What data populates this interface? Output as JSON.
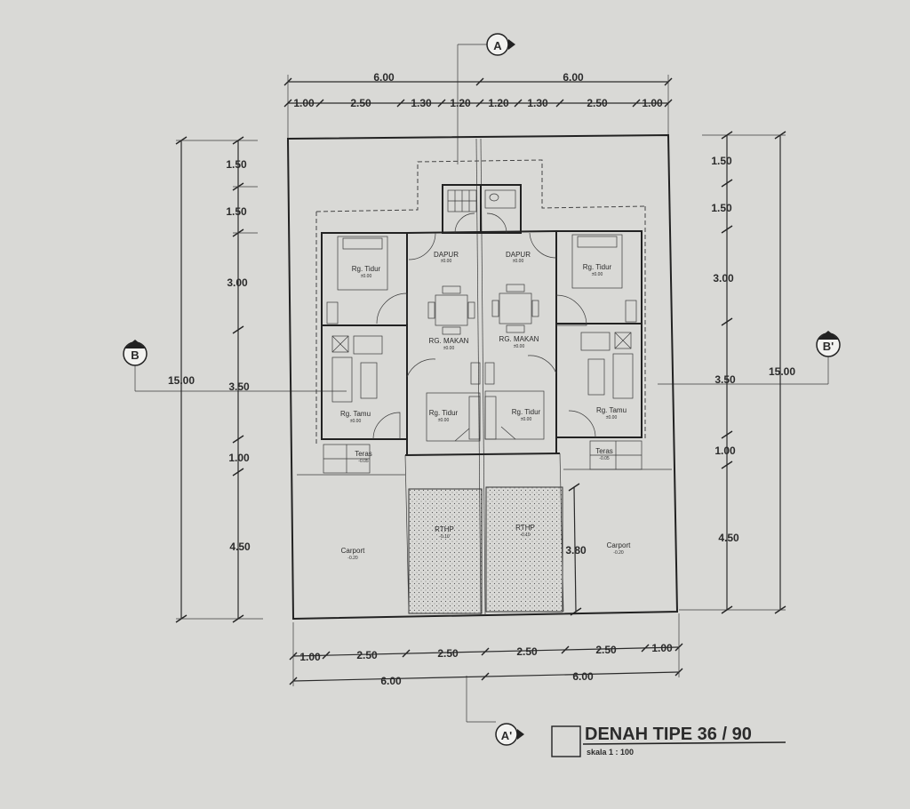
{
  "title": "DENAH TIPE 36 / 90",
  "scale": "skala 1 : 100",
  "section_markers": {
    "a": "A",
    "a_prime": "A'",
    "b": "B",
    "b_prime": "B'"
  },
  "dims": {
    "top_total": [
      "6.00",
      "6.00"
    ],
    "top_parts": [
      "1.00",
      "2.50",
      "1.30",
      "1.20",
      "1.20",
      "1.30",
      "2.50",
      "1.00"
    ],
    "bottom_total": [
      "6.00",
      "6.00"
    ],
    "bottom_parts": [
      "1.00",
      "2.50",
      "2.50",
      "2.50",
      "2.50",
      "1.00"
    ],
    "left_total": "15.00",
    "left_parts": [
      "1.50",
      "1.50",
      "3.00",
      "3.50",
      "1.00",
      "4.50"
    ],
    "right_total": "15.00",
    "right_parts": [
      "1.50",
      "1.50",
      "3.00",
      "3.50",
      "1.00",
      "4.50"
    ],
    "rthp_depth": "3.80"
  },
  "rooms": {
    "dapur": "DAPUR",
    "dapur_level": "±0.00",
    "rg_tidur": "Rg. Tidur",
    "rg_tidur_level": "±0.00",
    "rg_makan": "RG. MAKAN",
    "rg_makan_level": "±0.00",
    "rg_tamu": "Rg. Tamu",
    "rg_tamu_level": "±0.00",
    "teras": "Teras",
    "teras_level": "-0.05",
    "carport": "Carport",
    "carport_level": "-0.20",
    "rthp": "RTHP",
    "rthp_level": "-0.10"
  }
}
